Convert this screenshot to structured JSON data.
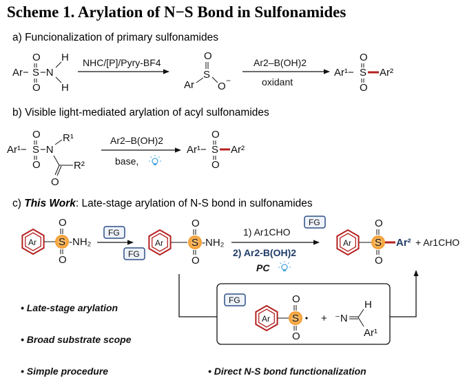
{
  "title": "Scheme 1. Arylation of N−S Bond in Sulfonamides",
  "section_a": {
    "heading": "a) Funcionalization of primary sulfonamides",
    "reagent1": "NHC/[P]/Pyry-BF4",
    "reagent2_top": "Ar2–B(OH)2",
    "reagent2_bottom": "oxidant"
  },
  "section_b": {
    "heading": "b) Visible light-mediated arylation of acyl sulfonamides",
    "reagent_top": "Ar2–B(OH)2",
    "reagent_bottom": "base,"
  },
  "section_c": {
    "heading_bold": "This Work",
    "heading_rest": ": Late-stage arylation of N-S bond in sulfonamides",
    "heading_prefix": "c)",
    "fg_label": "FG",
    "ar_label": "Ar",
    "step1": "1) Ar1CHO",
    "step2": "2) Ar2-B(OH)2",
    "catalyst": "PC",
    "byproduct": "+ Ar1CHO"
  },
  "features": [
    "Late-stage arylation",
    "Broad substrate scope",
    "Simple procedure",
    "Direct N-S bond functionalization"
  ],
  "colors": {
    "red_bond": "#b4201f",
    "orange_highlight": "#f7a94a",
    "fg_box": "#2d4f86",
    "navy_text": "#1f3a66",
    "lamp": "#4aa3df"
  }
}
